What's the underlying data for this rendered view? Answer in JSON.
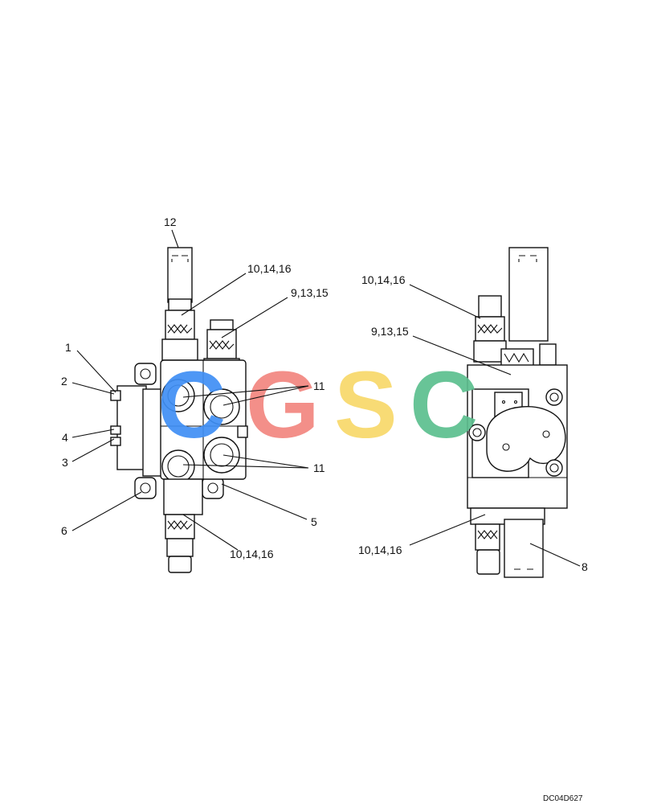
{
  "diagram": {
    "left_view_callouts": {
      "c1": "1",
      "c2": "2",
      "c3": "3",
      "c4": "4",
      "c5": "5",
      "c6": "6",
      "c11a": "11",
      "c11b": "11",
      "c12": "12",
      "c9_13_15": "9,13,15",
      "c10_14_16_top": "10,14,16",
      "c10_14_16_bottom": "10,14,16"
    },
    "right_view_callouts": {
      "c8": "8",
      "c9_13_15": "9,13,15",
      "c10_14_16_top": "10,14,16",
      "c10_14_16_bottom": "10,14,16"
    },
    "drawing_code": "DC04D627"
  },
  "watermark": {
    "letters": [
      "C",
      "G",
      "S",
      "C"
    ],
    "colors": [
      "#3f8ff5",
      "#f2867f",
      "#f8d86a",
      "#5cbf8f"
    ]
  }
}
